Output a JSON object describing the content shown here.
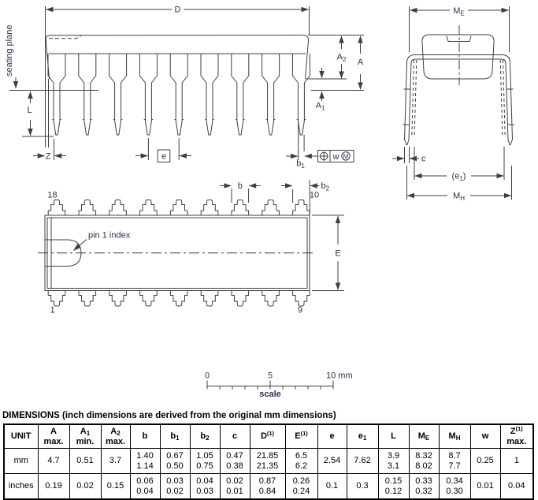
{
  "side_view": {
    "seating_plane_label": "seating plane",
    "dim_d": "D",
    "dim_a": "A",
    "dim_a2": {
      "m": "A",
      "sub": "2"
    },
    "dim_a1": {
      "m": "A",
      "sub": "1"
    },
    "dim_l": "L",
    "dim_z": "Z",
    "dim_e": "e",
    "dim_b1": {
      "m": "b",
      "sub": "1"
    },
    "tolerance_frame": {
      "w": "w",
      "modifier": "M"
    }
  },
  "end_view": {
    "dim_me": {
      "m": "M",
      "sub": "E"
    },
    "dim_c": "c",
    "dim_e1": {
      "open": "(e",
      "sub": "1",
      "close": ")"
    },
    "dim_mh": {
      "m": "M",
      "sub": "H"
    }
  },
  "top_view": {
    "pin_18": "18",
    "pin_1": "1",
    "pin_10": "10",
    "pin_9": "9",
    "pin1_index_label": "pin 1 index",
    "dim_b": "b",
    "dim_b2": {
      "m": "b",
      "sub": "2"
    },
    "dim_e_width": "E"
  },
  "scale_bar": {
    "tick_0": "0",
    "tick_5": "5",
    "tick_10": "10 mm",
    "label": "scale"
  },
  "table": {
    "title": "DIMENSIONS (inch dimensions are derived from the original mm dimensions)",
    "headers": [
      {
        "m": "UNIT",
        "sub": "",
        "sup": "",
        "l2": ""
      },
      {
        "m": "A",
        "sub": "",
        "sup": "",
        "l2": "max."
      },
      {
        "m": "A",
        "sub": "1",
        "sup": "",
        "l2": "min."
      },
      {
        "m": "A",
        "sub": "2",
        "sup": "",
        "l2": "max."
      },
      {
        "m": "b",
        "sub": "",
        "sup": "",
        "l2": ""
      },
      {
        "m": "b",
        "sub": "1",
        "sup": "",
        "l2": ""
      },
      {
        "m": "b",
        "sub": "2",
        "sup": "",
        "l2": ""
      },
      {
        "m": "c",
        "sub": "",
        "sup": "",
        "l2": ""
      },
      {
        "m": "D",
        "sub": "",
        "sup": "(1)",
        "l2": ""
      },
      {
        "m": "E",
        "sub": "",
        "sup": "(1)",
        "l2": ""
      },
      {
        "m": "e",
        "sub": "",
        "sup": "",
        "l2": ""
      },
      {
        "m": "e",
        "sub": "1",
        "sup": "",
        "l2": ""
      },
      {
        "m": "L",
        "sub": "",
        "sup": "",
        "l2": ""
      },
      {
        "m": "M",
        "sub": "E",
        "sup": "",
        "l2": ""
      },
      {
        "m": "M",
        "sub": "H",
        "sup": "",
        "l2": ""
      },
      {
        "m": "w",
        "sub": "",
        "sup": "",
        "l2": ""
      },
      {
        "m": "Z",
        "sub": "",
        "sup": "(1)",
        "l2": "max."
      }
    ],
    "rows": [
      {
        "unit": "mm",
        "values": [
          "4.7",
          "0.51",
          "3.7",
          "1.40\n1.14",
          "0.67\n0.50",
          "1.05\n0.75",
          "0.47\n0.38",
          "21.85\n21.35",
          "6.5\n6.2",
          "2.54",
          "7.62",
          "3.9\n3.1",
          "8.32\n8.02",
          "8.7\n7.7",
          "0.25",
          "1"
        ]
      },
      {
        "unit": "inches",
        "values": [
          "0.19",
          "0.02",
          "0.15",
          "0.06\n0.04",
          "0.03\n0.02",
          "0.04\n0.03",
          "0.02\n0.01",
          "0.87\n0.84",
          "0.26\n0.24",
          "0.1",
          "0.3",
          "0.15\n0.12",
          "0.33\n0.32",
          "0.34\n0.30",
          "0.01",
          "0.04"
        ]
      }
    ]
  }
}
